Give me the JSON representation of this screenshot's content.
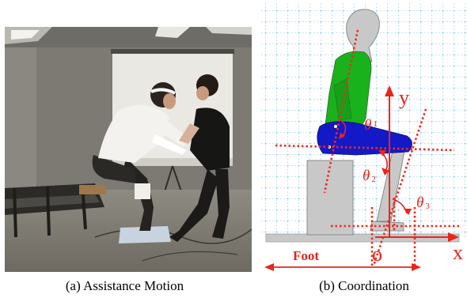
{
  "figure": {
    "panel_a": {
      "caption": "(a) Assistance Motion"
    },
    "panel_b": {
      "caption": "(b) Coordination",
      "axis_x": "x",
      "axis_y": "y",
      "origin": "o",
      "foot": "Foot",
      "theta_1": "θ",
      "theta_1_sub": "1",
      "theta_2": "θ",
      "theta_2_sub": "2",
      "theta_3": "θ",
      "theta_3_sub": "3"
    }
  },
  "colors": {
    "grid": "#5fb6e8",
    "axis_red": "#e8261a",
    "dotted_red": "#ef2b1f",
    "torso_green": "#19b21c",
    "thigh_blue": "#1419c8",
    "body_gray": "#c8c8c8",
    "label_red": "#e3261b"
  }
}
